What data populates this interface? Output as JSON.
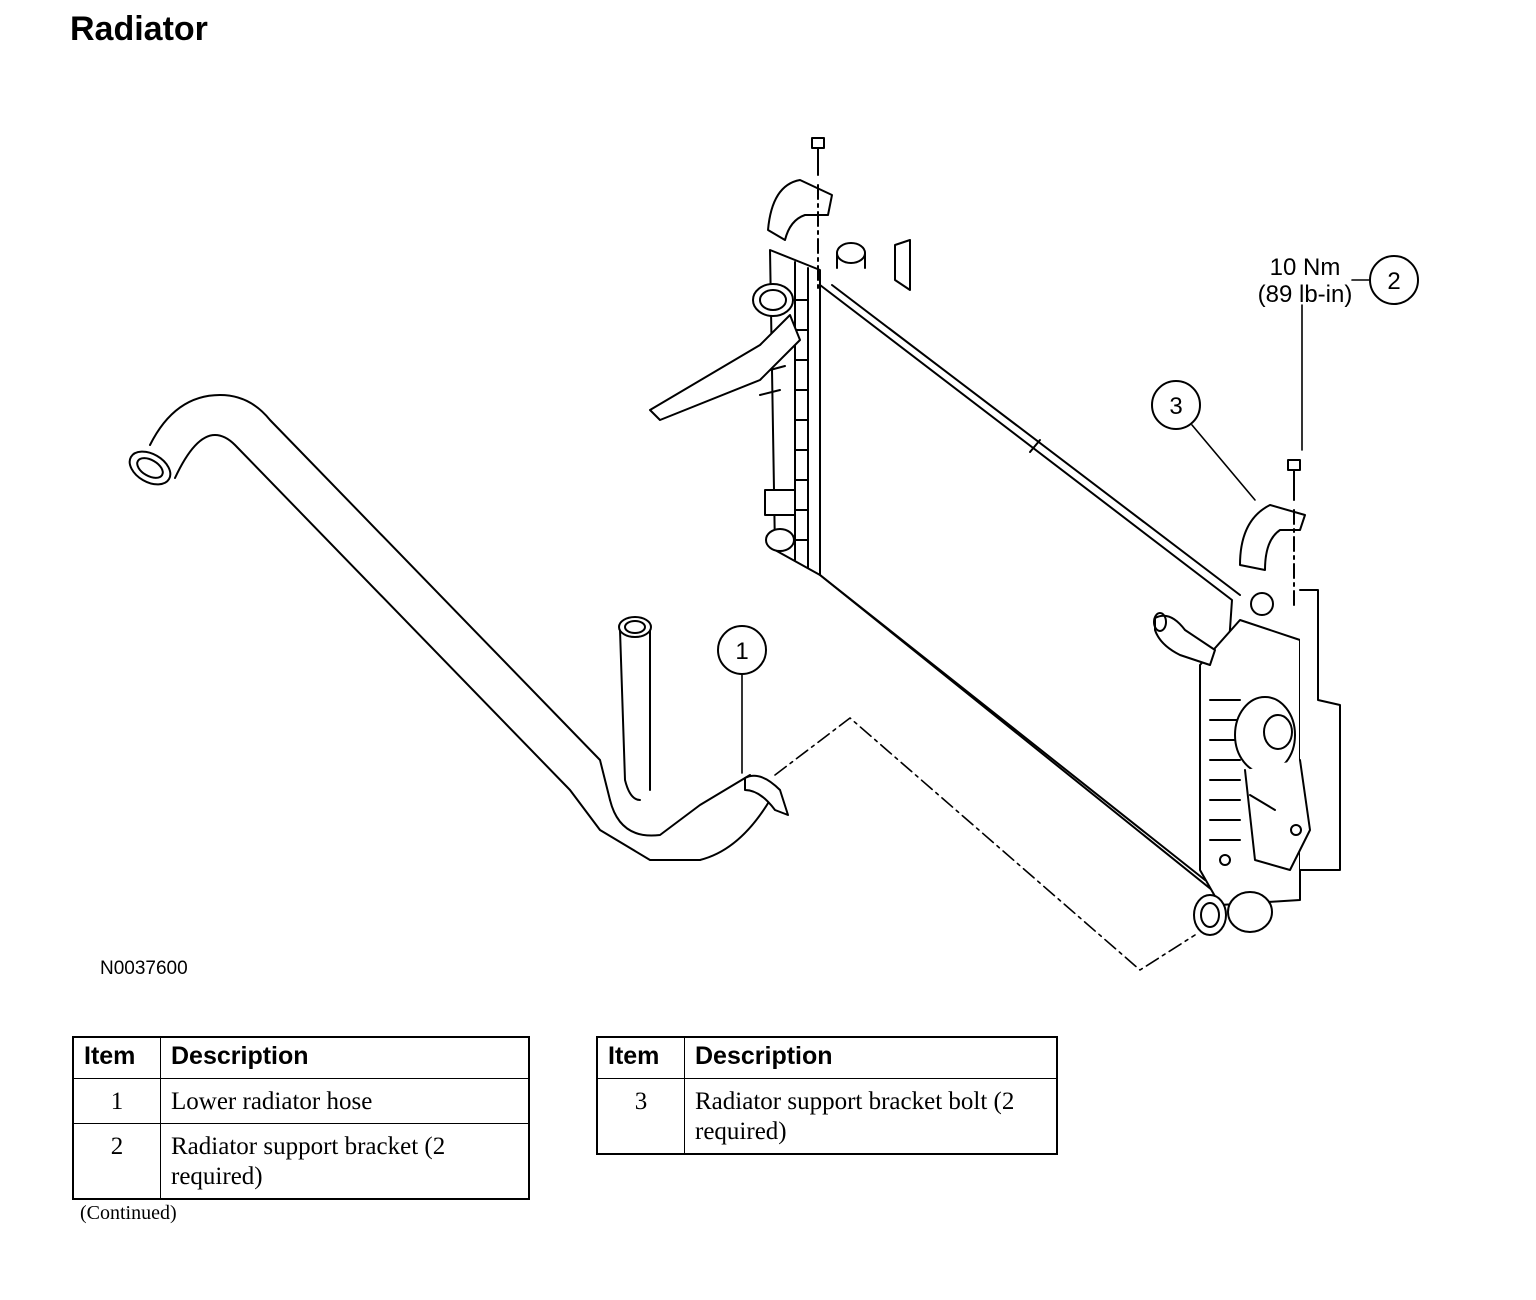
{
  "page": {
    "title": "Radiator"
  },
  "figure": {
    "id": "N0037600",
    "callouts": [
      {
        "number": "1"
      },
      {
        "number": "2",
        "torque_nm": "10 Nm",
        "torque_lbin": "(89 lb-in)"
      },
      {
        "number": "3"
      }
    ]
  },
  "legend": {
    "left": {
      "headers": [
        "Item",
        "Description"
      ],
      "rows": [
        {
          "item": "1",
          "description": "Lower radiator hose"
        },
        {
          "item": "2",
          "description": "Radiator support bracket (2 required)"
        }
      ]
    },
    "right": {
      "headers": [
        "Item",
        "Description"
      ],
      "rows": [
        {
          "item": "3",
          "description": "Radiator support bracket bolt (2 required)"
        }
      ]
    },
    "continued": "(Continued)"
  }
}
